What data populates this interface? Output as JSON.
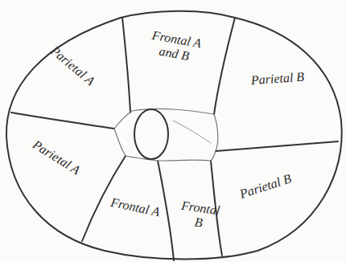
{
  "diagram": {
    "nodes": [
      {
        "text": [
          "Parietal A"
        ]
      },
      {
        "text": [
          "Frontal A and B"
        ]
      },
      {
        "text": [
          "Parietal B"
        ]
      },
      {
        "text": [
          "Parietal A"
        ]
      },
      {
        "text": [
          "Frontal A"
        ]
      },
      {
        "text": [
          "Frontal B"
        ]
      },
      {
        "text": [
          "Parietal B"
        ]
      }
    ]
  }
}
